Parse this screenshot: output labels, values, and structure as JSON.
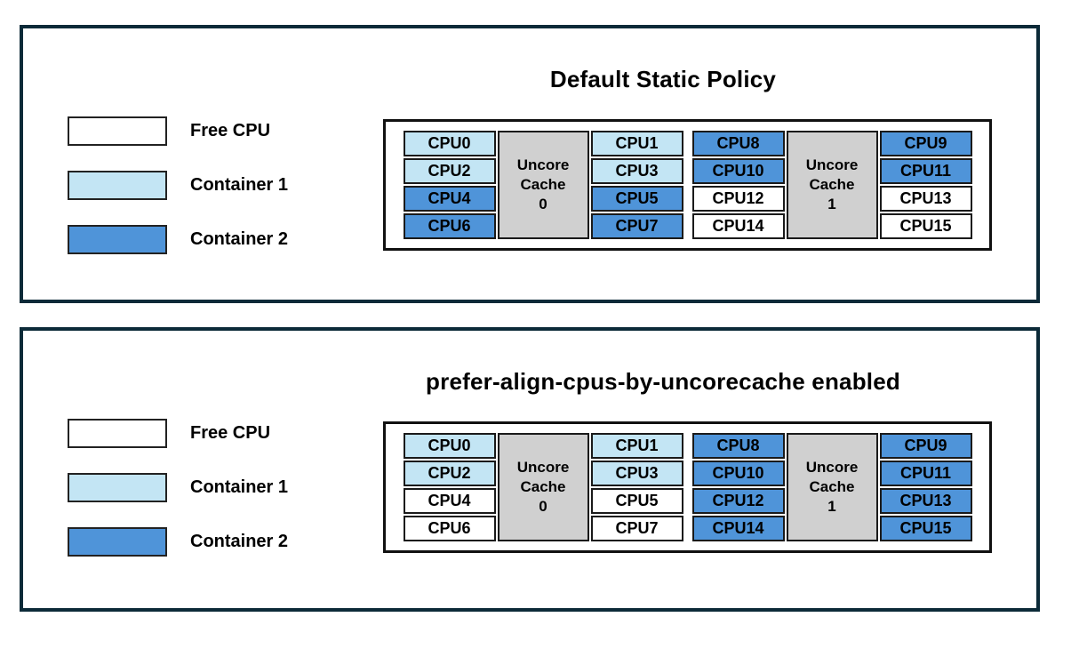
{
  "colors": {
    "free": "#ffffff",
    "container1": "#c3e5f4",
    "container2": "#4f94d9",
    "uncore": "#d0d0d0",
    "panel_border": "#0c2a38",
    "cell_border": "#1a1a1a"
  },
  "legend": {
    "items": [
      {
        "label": "Free CPU",
        "owner": "free"
      },
      {
        "label": "Container 1",
        "owner": "container1"
      },
      {
        "label": "Container 2",
        "owner": "container2"
      }
    ]
  },
  "panels": [
    {
      "title": "Default Static Policy",
      "diagram": {
        "groups": [
          {
            "uncore": {
              "lines": [
                "Uncore",
                "Cache",
                "0"
              ]
            },
            "left": [
              {
                "label": "CPU0",
                "owner": "container1"
              },
              {
                "label": "CPU2",
                "owner": "container1"
              },
              {
                "label": "CPU4",
                "owner": "container2"
              },
              {
                "label": "CPU6",
                "owner": "container2"
              }
            ],
            "right": [
              {
                "label": "CPU1",
                "owner": "container1"
              },
              {
                "label": "CPU3",
                "owner": "container1"
              },
              {
                "label": "CPU5",
                "owner": "container2"
              },
              {
                "label": "CPU7",
                "owner": "container2"
              }
            ]
          },
          {
            "uncore": {
              "lines": [
                "Uncore",
                "Cache",
                "1"
              ]
            },
            "left": [
              {
                "label": "CPU8",
                "owner": "container2"
              },
              {
                "label": "CPU10",
                "owner": "container2"
              },
              {
                "label": "CPU12",
                "owner": "free"
              },
              {
                "label": "CPU14",
                "owner": "free"
              }
            ],
            "right": [
              {
                "label": "CPU9",
                "owner": "container2"
              },
              {
                "label": "CPU11",
                "owner": "container2"
              },
              {
                "label": "CPU13",
                "owner": "free"
              },
              {
                "label": "CPU15",
                "owner": "free"
              }
            ]
          }
        ]
      }
    },
    {
      "title": "prefer-align-cpus-by-uncorecache enabled",
      "diagram": {
        "groups": [
          {
            "uncore": {
              "lines": [
                "Uncore",
                "Cache",
                "0"
              ]
            },
            "left": [
              {
                "label": "CPU0",
                "owner": "container1"
              },
              {
                "label": "CPU2",
                "owner": "container1"
              },
              {
                "label": "CPU4",
                "owner": "free"
              },
              {
                "label": "CPU6",
                "owner": "free"
              }
            ],
            "right": [
              {
                "label": "CPU1",
                "owner": "container1"
              },
              {
                "label": "CPU3",
                "owner": "container1"
              },
              {
                "label": "CPU5",
                "owner": "free"
              },
              {
                "label": "CPU7",
                "owner": "free"
              }
            ]
          },
          {
            "uncore": {
              "lines": [
                "Uncore",
                "Cache",
                "1"
              ]
            },
            "left": [
              {
                "label": "CPU8",
                "owner": "container2"
              },
              {
                "label": "CPU10",
                "owner": "container2"
              },
              {
                "label": "CPU12",
                "owner": "container2"
              },
              {
                "label": "CPU14",
                "owner": "container2"
              }
            ],
            "right": [
              {
                "label": "CPU9",
                "owner": "container2"
              },
              {
                "label": "CPU11",
                "owner": "container2"
              },
              {
                "label": "CPU13",
                "owner": "container2"
              },
              {
                "label": "CPU15",
                "owner": "container2"
              }
            ]
          }
        ]
      }
    }
  ]
}
